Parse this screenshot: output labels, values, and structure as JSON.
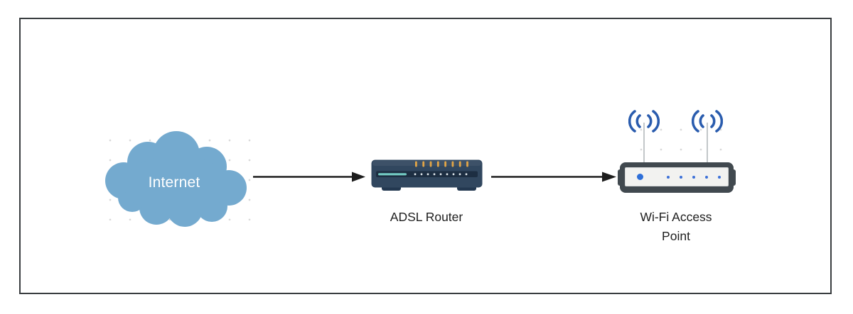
{
  "diagram": {
    "type": "network-topology",
    "nodes": [
      {
        "id": "internet",
        "label": "Internet",
        "icon": "cloud-icon"
      },
      {
        "id": "adsl-router",
        "label": "ADSL Router",
        "icon": "router-icon"
      },
      {
        "id": "wifi-access-point",
        "label": "Wi-Fi Access Point",
        "icon": "access-point-icon"
      }
    ],
    "connections": [
      {
        "from": "internet",
        "to": "adsl-router",
        "style": "solid-arrow-right"
      },
      {
        "from": "adsl-router",
        "to": "wifi-access-point",
        "style": "solid-arrow-right"
      }
    ]
  },
  "colors": {
    "frame-border": "#393d40",
    "dot-grid": "#d9d9d9",
    "cloud-fill": "#74aacf",
    "cloud-text": "#ffffff",
    "arrow": "#1d1d1d",
    "label": "#202020",
    "router-body": "#31475f",
    "router-band": "#1d2e42",
    "router-teal": "#74ccc4",
    "router-tick": "#e2a546",
    "router-feet": "#233850",
    "ap-body": "#41494f",
    "ap-panel": "#f2f2f0",
    "ap-dot-big": "#2e6fd8",
    "ap-dot-small": "#3c70d8",
    "antenna": "#c3c7c9",
    "wifi-blue": "#2a5cae"
  }
}
